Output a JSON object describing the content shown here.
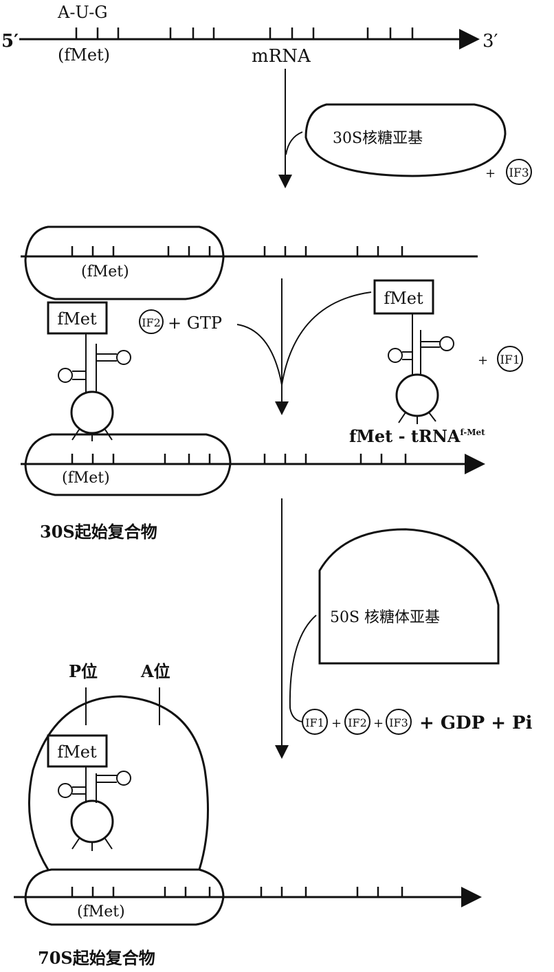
{
  "mrna": {
    "five_prime": "5′",
    "three_prime": "3′",
    "start_codon": "A-U-G",
    "codon_aa": "(fMet)",
    "label": "mRNA"
  },
  "step1": {
    "subunit_30s": "30S核糖亚基",
    "plus": "+",
    "if3": "IF3"
  },
  "step2": {
    "oval_codon": "(fMet)",
    "left_trna_box": "fMet",
    "if2": "IF2",
    "gtp": "+ GTP",
    "right_trna_box": "fMet",
    "plus": "+",
    "if1": "IF1",
    "trna_label": "fMet - tRNA",
    "trna_sup": "f-Met"
  },
  "step3": {
    "oval_codon": "(fMet)",
    "complex_label": "30S起始复合物"
  },
  "step4": {
    "subunit_50s": "50S 核糖体亚基",
    "if1": "IF1",
    "if2": "IF2",
    "if3": "IF3",
    "plus": "+",
    "gdp_pi": "+ GDP + Pi"
  },
  "step5": {
    "p_site": "P位",
    "a_site": "A位",
    "trna_box": "fMet",
    "oval_codon": "(fMet)",
    "complex_label": "70S起始复合物"
  }
}
